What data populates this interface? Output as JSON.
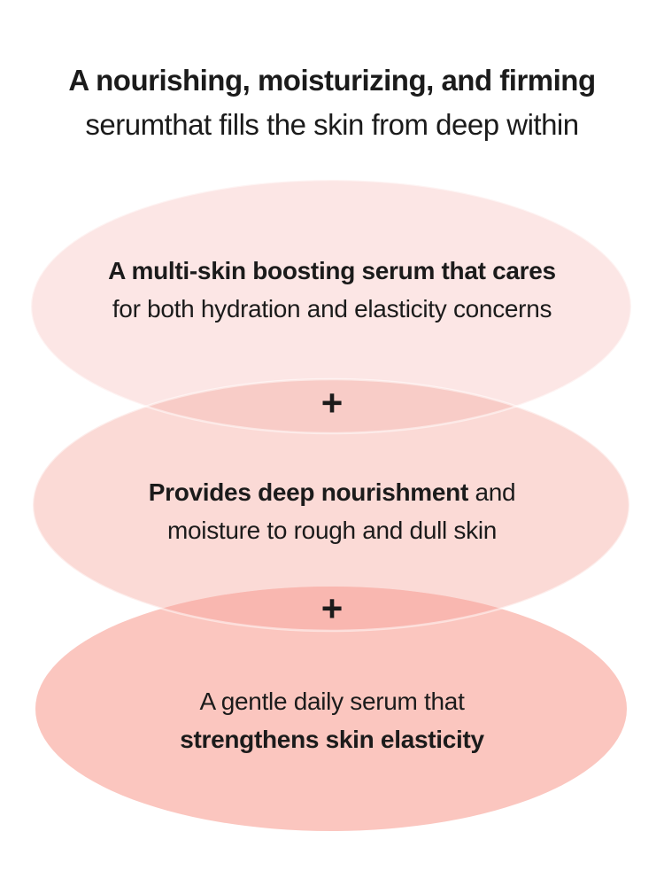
{
  "title": {
    "line1": "A nourishing, moisturizing, and firming",
    "line2": "serumthat fills the skin from deep within"
  },
  "bubbles": [
    {
      "name": "multi-skin-boosting",
      "lines": [
        {
          "segments": [
            {
              "text": "A multi-skin boosting serum that cares",
              "bold": true
            }
          ]
        },
        {
          "segments": [
            {
              "text": "for both hydration and elasticity concerns",
              "bold": false
            }
          ]
        }
      ]
    },
    {
      "name": "deep-nourishment",
      "lines": [
        {
          "segments": [
            {
              "text": "Provides deep nourishment",
              "bold": true
            },
            {
              "text": " and",
              "bold": false
            }
          ]
        },
        {
          "segments": [
            {
              "text": "moisture to rough and dull skin",
              "bold": false
            }
          ]
        }
      ]
    },
    {
      "name": "skin-elasticity",
      "lines": [
        {
          "segments": [
            {
              "text": "A gentle daily serum that",
              "bold": false
            }
          ]
        },
        {
          "segments": [
            {
              "text": "strengthens skin elasticity",
              "bold": true
            }
          ]
        }
      ]
    }
  ],
  "separators": [
    {
      "symbol": "+"
    },
    {
      "symbol": "+"
    }
  ],
  "colors": {
    "background": "#ffffff",
    "text": "#1b1b1b",
    "ellipse1": "#fce6e5",
    "ellipse2": "#fbdad6",
    "ellipse3": "#fbc6bf",
    "overlap12": "#f8ccc7",
    "overlap23": "#f9b7b0",
    "edge_highlight": "rgba(255,255,255,0.5)"
  }
}
